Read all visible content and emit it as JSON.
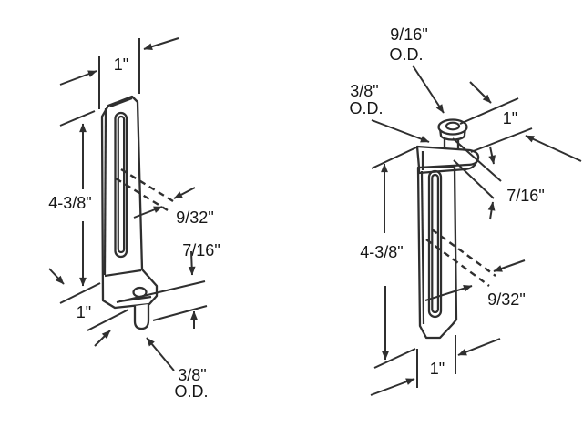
{
  "colors": {
    "background": "#ffffff",
    "line": "#2f2f2f",
    "text": "#161616"
  },
  "left_part": {
    "width_top": "1\"",
    "height": "4-3/8\"",
    "slot_width": "9/32\"",
    "offset": "7/16\"",
    "foot_width": "1\"",
    "peg_od_line1": "3/8\"",
    "peg_od_line2": "O.D."
  },
  "right_part": {
    "bushing_od_line1": "9/16\"",
    "bushing_od_line2": "O.D.",
    "stem_od_line1": "3/8\"",
    "stem_od_line2": "O.D.",
    "flange_width": "1\"",
    "offset": "7/16\"",
    "height": "4-3/8\"",
    "slot_width": "9/32\"",
    "width_bottom": "1\""
  }
}
